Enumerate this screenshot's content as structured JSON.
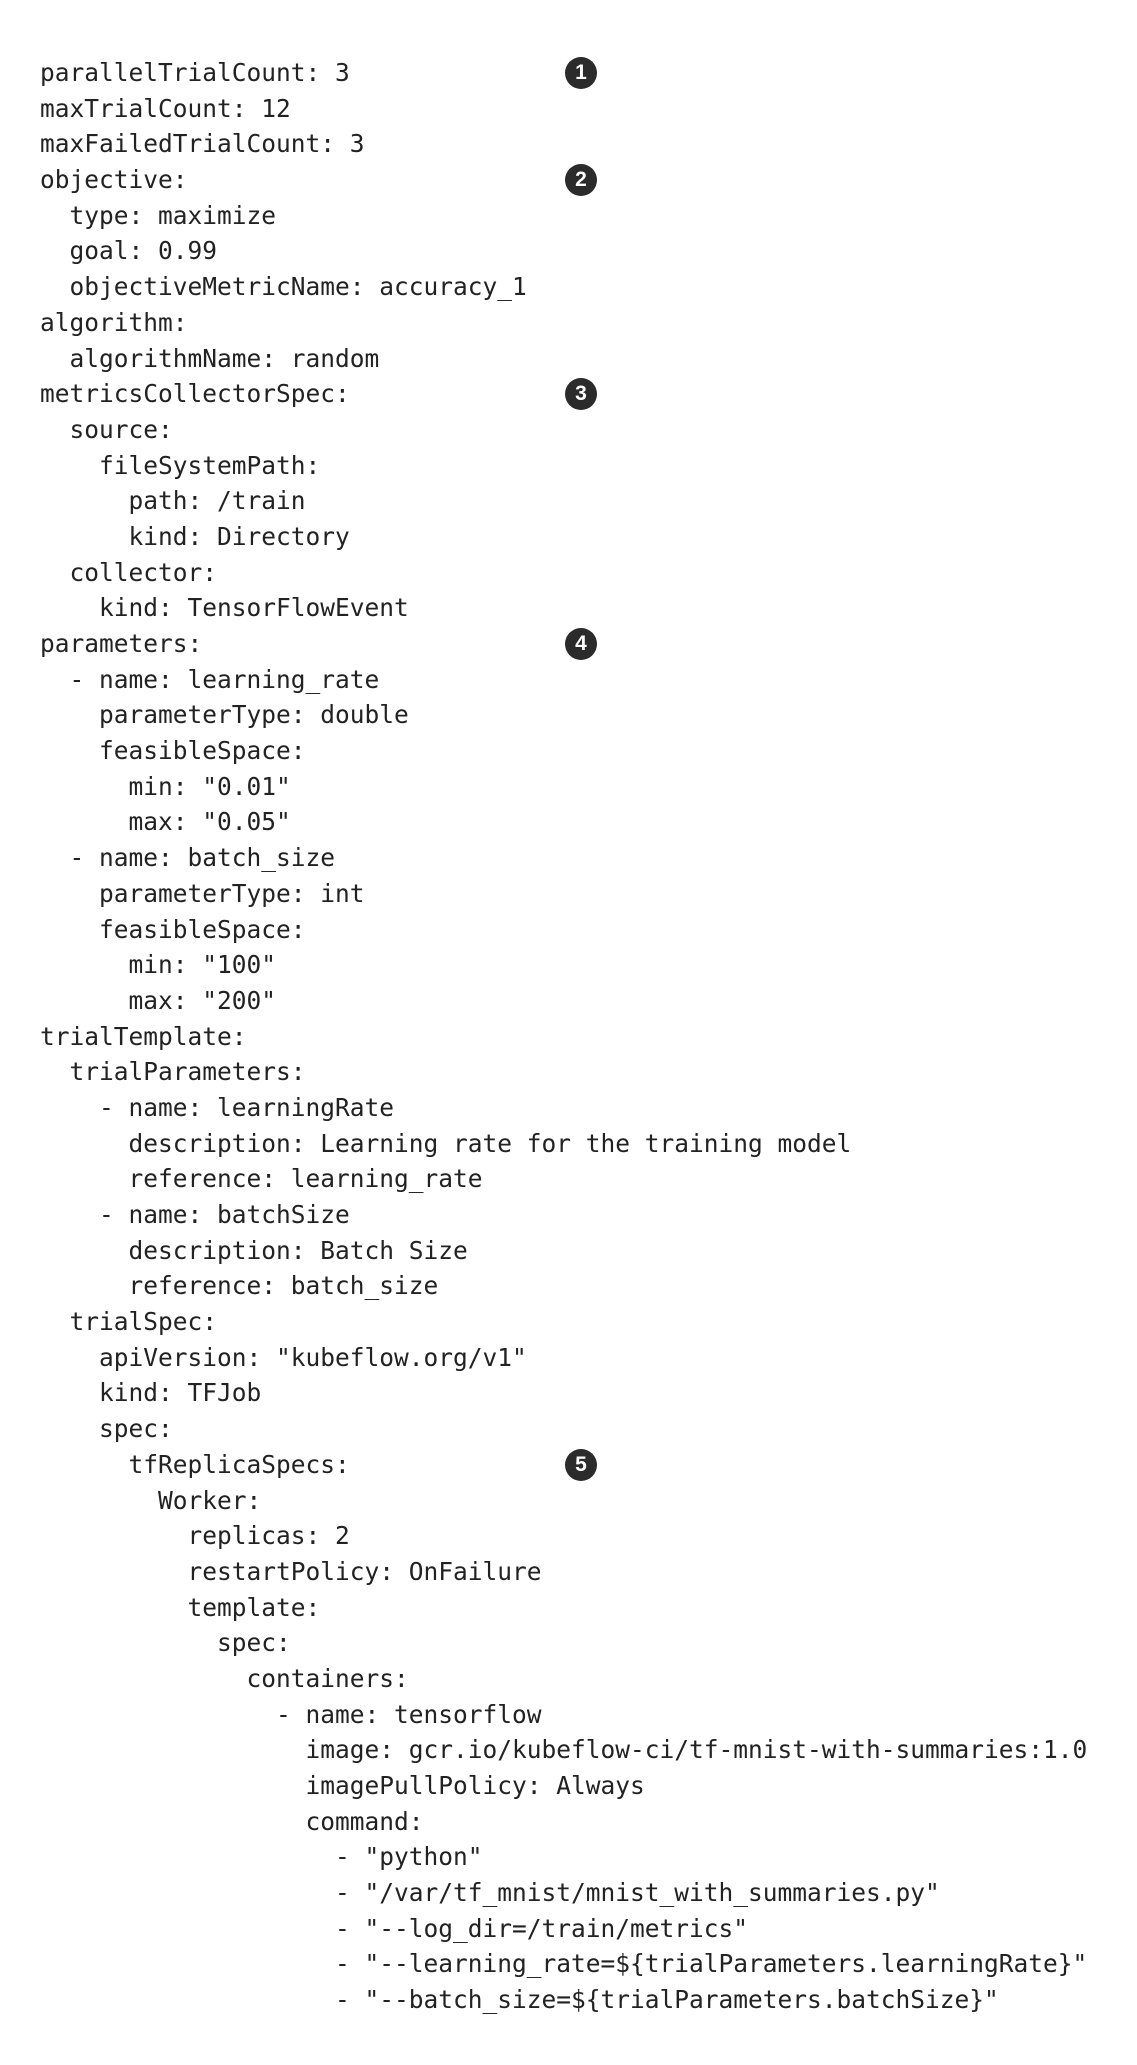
{
  "lines": [
    {
      "text": "parallelTrialCount: 3",
      "marker": "1"
    },
    {
      "text": "maxTrialCount: 12"
    },
    {
      "text": "maxFailedTrialCount: 3"
    },
    {
      "text": "objective:",
      "marker": "2"
    },
    {
      "text": "  type: maximize"
    },
    {
      "text": "  goal: 0.99"
    },
    {
      "text": "  objectiveMetricName: accuracy_1"
    },
    {
      "text": "algorithm:"
    },
    {
      "text": "  algorithmName: random"
    },
    {
      "text": "metricsCollectorSpec:",
      "marker": "3"
    },
    {
      "text": "  source:"
    },
    {
      "text": "    fileSystemPath:"
    },
    {
      "text": "      path: /train"
    },
    {
      "text": "      kind: Directory"
    },
    {
      "text": "  collector:"
    },
    {
      "text": "    kind: TensorFlowEvent"
    },
    {
      "text": "parameters:",
      "marker": "4"
    },
    {
      "text": "  - name: learning_rate"
    },
    {
      "text": "    parameterType: double"
    },
    {
      "text": "    feasibleSpace:"
    },
    {
      "text": "      min: \"0.01\""
    },
    {
      "text": "      max: \"0.05\""
    },
    {
      "text": "  - name: batch_size"
    },
    {
      "text": "    parameterType: int"
    },
    {
      "text": "    feasibleSpace:"
    },
    {
      "text": "      min: \"100\""
    },
    {
      "text": "      max: \"200\""
    },
    {
      "text": "trialTemplate:"
    },
    {
      "text": "  trialParameters:"
    },
    {
      "text": "    - name: learningRate"
    },
    {
      "text": "      description: Learning rate for the training model"
    },
    {
      "text": "      reference: learning_rate"
    },
    {
      "text": "    - name: batchSize"
    },
    {
      "text": "      description: Batch Size"
    },
    {
      "text": "      reference: batch_size"
    },
    {
      "text": "  trialSpec:"
    },
    {
      "text": "    apiVersion: \"kubeflow.org/v1\""
    },
    {
      "text": "    kind: TFJob"
    },
    {
      "text": "    spec:"
    },
    {
      "text": "      tfReplicaSpecs:",
      "marker": "5"
    },
    {
      "text": "        Worker:"
    },
    {
      "text": "          replicas: 2"
    },
    {
      "text": "          restartPolicy: OnFailure"
    },
    {
      "text": "          template:"
    },
    {
      "text": "            spec:"
    },
    {
      "text": "              containers:"
    },
    {
      "text": "                - name: tensorflow"
    },
    {
      "text": "                  image: gcr.io/kubeflow-ci/tf-mnist-with-summaries:1.0"
    },
    {
      "text": "                  imagePullPolicy: Always"
    },
    {
      "text": "                  command:"
    },
    {
      "text": "                    - \"python\""
    },
    {
      "text": "                    - \"/var/tf_mnist/mnist_with_summaries.py\""
    },
    {
      "text": "                    - \"--log_dir=/train/metrics\""
    },
    {
      "text": "                    - \"--learning_rate=${trialParameters.learningRate}\""
    },
    {
      "text": "                    - \"--batch_size=${trialParameters.batchSize}\""
    }
  ]
}
